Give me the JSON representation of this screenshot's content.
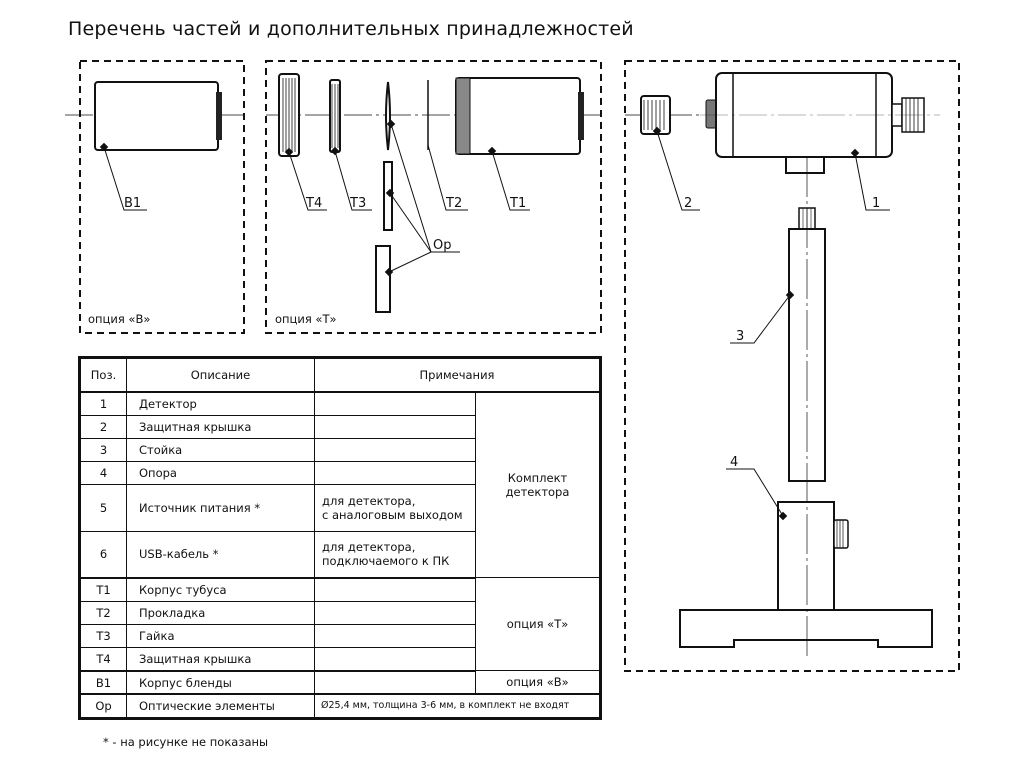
{
  "title": "Перечень частей и дополнительных принадлежностей",
  "panels": {
    "option_b_label": "опция «В»",
    "option_t_label": "опция «Т»"
  },
  "callouts": {
    "b1": "B1",
    "t4": "T4",
    "t3": "T3",
    "t2": "T2",
    "t1": "T1",
    "op": "Op",
    "p1": "1",
    "p2": "2",
    "p3": "3",
    "p4": "4"
  },
  "table": {
    "headers": {
      "pos": "Поз.",
      "desc": "Описание",
      "notes": "Примечания"
    },
    "rows": [
      {
        "pos": "1",
        "desc": "Детектор"
      },
      {
        "pos": "2",
        "desc": "Защитная крышка"
      },
      {
        "pos": "3",
        "desc": "Стойка"
      },
      {
        "pos": "4",
        "desc": "Опора"
      },
      {
        "pos": "5",
        "desc": "Источник питания *",
        "note": [
          "для детектора,",
          "с аналоговым выходом"
        ]
      },
      {
        "pos": "6",
        "desc": "USB-кабель *",
        "note": [
          "для детектора,",
          "подключаемого к ПК"
        ]
      },
      {
        "pos": "T1",
        "desc": "Корпус тубуса"
      },
      {
        "pos": "T2",
        "desc": "Прокладка"
      },
      {
        "pos": "T3",
        "desc": "Гайка"
      },
      {
        "pos": "T4",
        "desc": "Защитная крышка"
      },
      {
        "pos": "B1",
        "desc": "Корпус бленды"
      },
      {
        "pos": "Op",
        "desc": "Оптические элементы"
      }
    ],
    "group_detector": [
      "Комплект",
      "детектора"
    ],
    "group_t": "опция «Т»",
    "group_b": "опция «В»",
    "op_note": "Ø25,4 мм, толщина 3-6 мм, в комплект не входят"
  },
  "footnote": "* - на рисунке не показаны"
}
